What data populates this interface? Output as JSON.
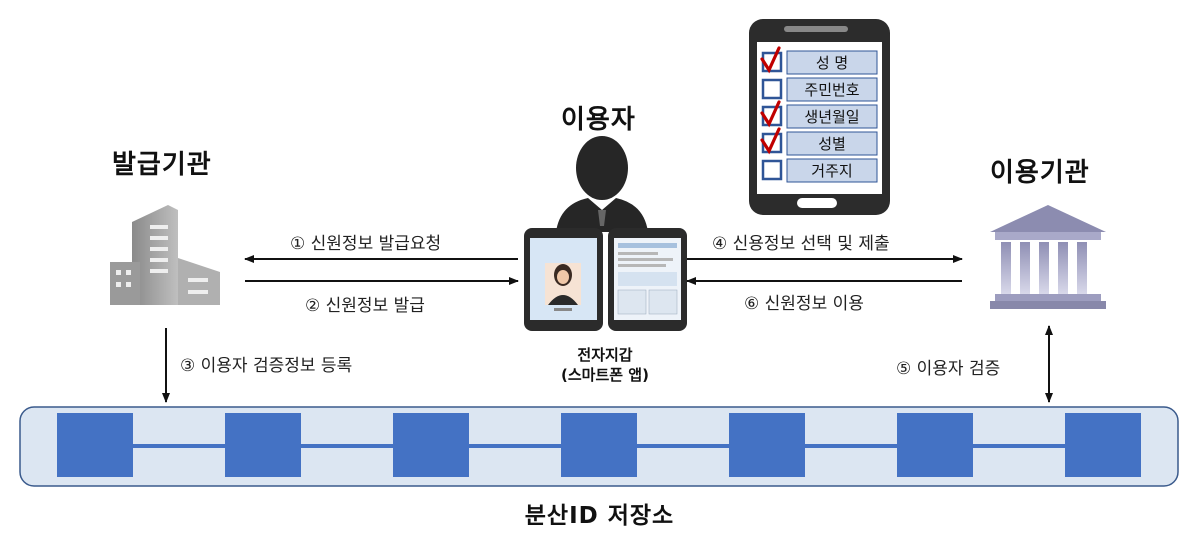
{
  "labels": {
    "issuer": "발급기관",
    "user": "이용자",
    "verifier": "이용기관",
    "wallet_line1": "전자지갑",
    "wallet_line2": "(스마트폰 앱)",
    "registry": "분산ID 저장소"
  },
  "steps": {
    "s1": "① 신원정보 발급요청",
    "s2": "② 신원정보 발급",
    "s3": "③ 이용자 검증정보 등록",
    "s4": "④ 신용정보 선택 및 제출",
    "s5": "⑤ 이용자 검증",
    "s6": "⑥ 신원정보 이용"
  },
  "phone_fields": [
    {
      "label": "성 명",
      "checked": true
    },
    {
      "label": "주민번호",
      "checked": false
    },
    {
      "label": "생년월일",
      "checked": true
    },
    {
      "label": "성별",
      "checked": true
    },
    {
      "label": "거주지",
      "checked": false
    }
  ],
  "icons": {
    "issuer": "office-building-icon",
    "verifier": "institution-building-icon",
    "user": "person-silhouette-icon",
    "wallet": "two-smartphones-icon",
    "phone": "smartphone-checklist-icon"
  },
  "colors": {
    "block": "#4472c4",
    "ledger_bg": "#dce6f2",
    "field_bg": "#c9d6ea",
    "check": "#c00000"
  },
  "ledger_block_count": 7
}
